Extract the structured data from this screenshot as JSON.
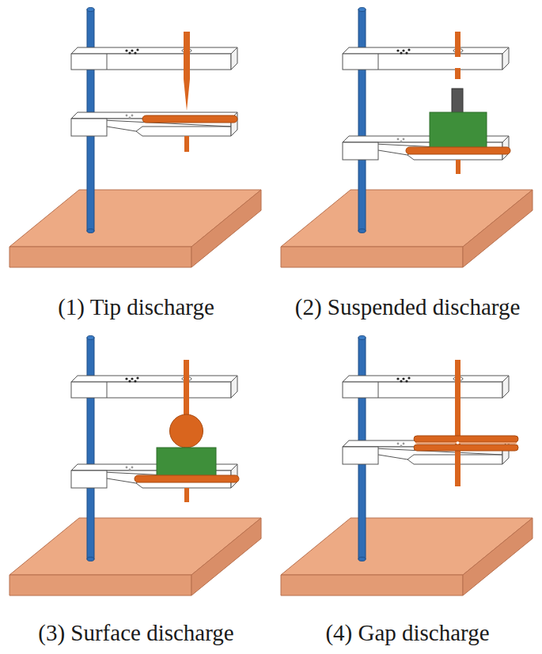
{
  "diagram": {
    "labels": [
      "(1) Tip discharge",
      "(2) Suspended discharge",
      "(3) Surface discharge",
      "(4) Gap discharge"
    ]
  }
}
